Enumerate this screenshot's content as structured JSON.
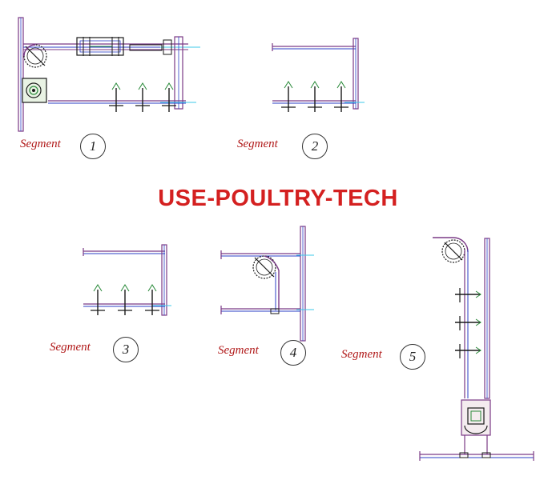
{
  "watermark": {
    "text": "USE-POULTRY-TECH",
    "color": "#d42020"
  },
  "segments": [
    {
      "label": "Segment",
      "number": "1"
    },
    {
      "label": "Segment",
      "number": "2"
    },
    {
      "label": "Segment",
      "number": "3"
    },
    {
      "label": "Segment",
      "number": "4"
    },
    {
      "label": "Segment",
      "number": "5"
    }
  ],
  "colors": {
    "label": "#b01818",
    "frame": "#7a3a86",
    "frame_light": "#b79ac0",
    "blue": "#2b3fc6",
    "cyan": "#3cc8e8",
    "dark": "#1a1a1a",
    "green": "#2a8a3a"
  }
}
